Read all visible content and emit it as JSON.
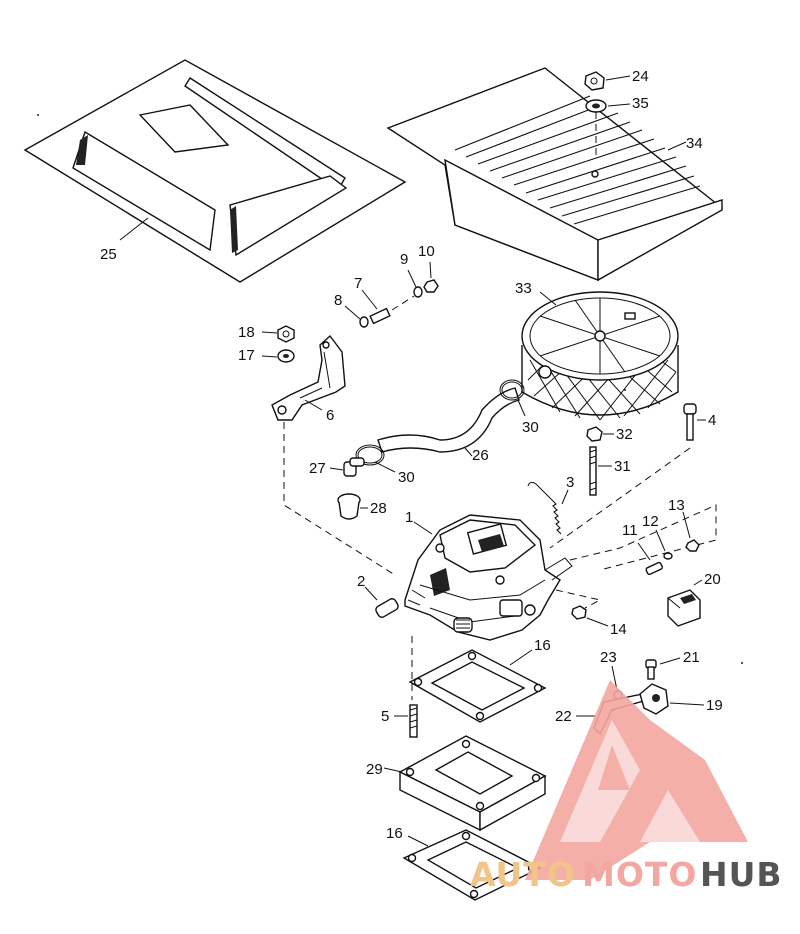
{
  "callouts": {
    "p1": "1",
    "p2": "2",
    "p3": "3",
    "p4": "4",
    "p5": "5",
    "p6": "6",
    "p7": "7",
    "p8": "8",
    "p9": "9",
    "p10": "10",
    "p11": "11",
    "p12": "12",
    "p13": "13",
    "p14": "14",
    "p16a": "16",
    "p16b": "16",
    "p17": "17",
    "p18": "18",
    "p19": "19",
    "p20": "20",
    "p21": "21",
    "p22": "22",
    "p23": "23",
    "p24": "24",
    "p25": "25",
    "p26": "26",
    "p27": "27",
    "p28": "28",
    "p29": "29",
    "p30a": "30",
    "p30b": "30",
    "p31": "31",
    "p32": "32",
    "p33": "33",
    "p34": "34",
    "p35": "35"
  },
  "watermark": {
    "part1": "AUTO",
    "part2": "MOTO",
    "part3": "HUB",
    "color_primary": "#f3a7a0",
    "color_secondary": "#f2c48a",
    "color_dark": "#555555"
  }
}
